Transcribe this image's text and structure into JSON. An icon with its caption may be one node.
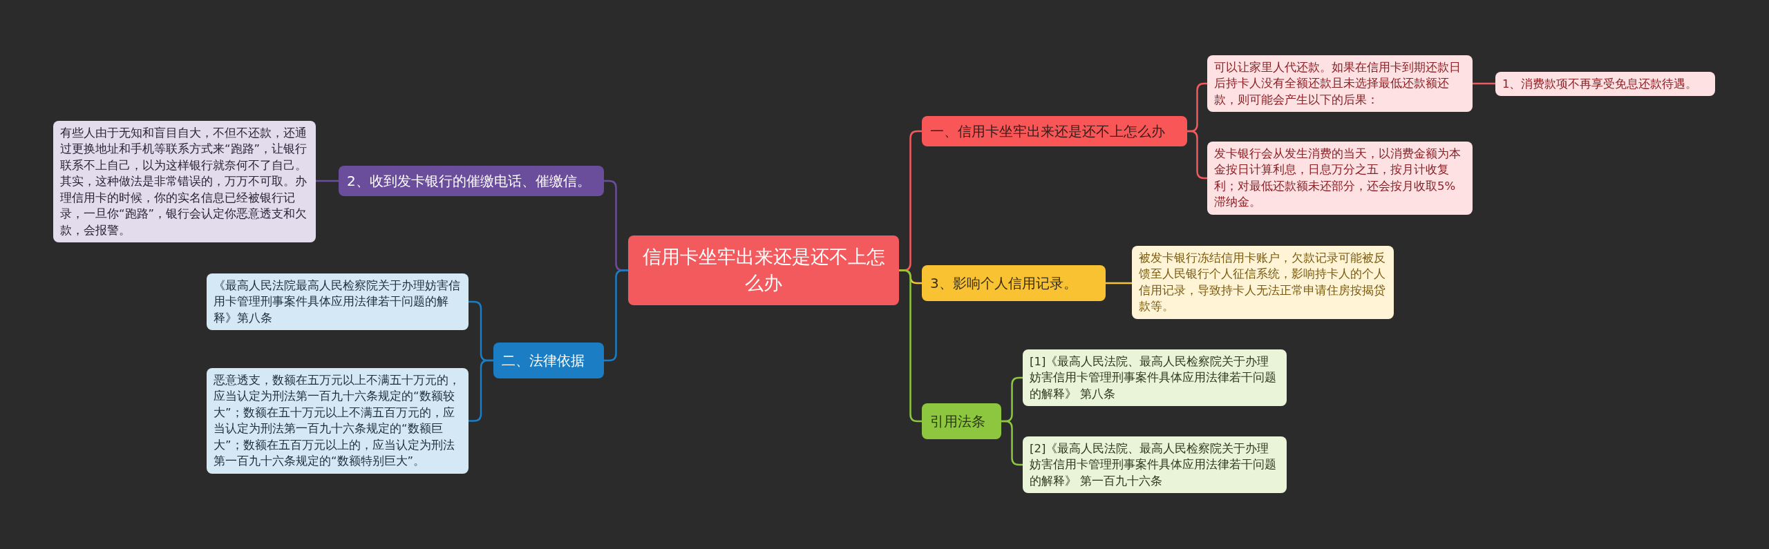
{
  "diagram": {
    "nodes": [
      {
        "text": [
          "信用卡坐牢出来还是还不上怎么办"
        ]
      },
      {
        "text": [
          "一、信用卡坐牢出来还是还不上怎么办"
        ]
      },
      {
        "text": [
          "可以让家里人代还款。如果在信用卡到期还款日后持卡人没有全额还款且未选择最低还款额还款，则可能会产生以下的后果："
        ]
      },
      {
        "text": [
          "1、消费款项不再享受免息还款待遇。"
        ]
      },
      {
        "text": [
          "发卡银行会从发生消费的当天，以消费金额为本金按日计算利息，日息万分之五，按月计收复利；对最低还款额未还部分，还会按月收取5%滞纳金。"
        ]
      },
      {
        "text": [
          "3、影响个人信用记录。"
        ]
      },
      {
        "text": [
          "被发卡银行冻结信用卡账户，欠款记录可能被反馈至人民银行个人征信系统，影响持卡人的个人信用记录，导致持卡人无法正常申请住房按揭贷款等。"
        ]
      },
      {
        "text": [
          "引用法条"
        ]
      },
      {
        "text": [
          "[1]《最高人民法院、最高人民检察院关于办理妨害信用卡管理刑事案件具体应用法律若干问题的解释》 第八条"
        ]
      },
      {
        "text": [
          "[2]《最高人民法院、最高人民检察院关于办理妨害信用卡管理刑事案件具体应用法律若干问题的解释》 第一百九十六条"
        ]
      },
      {
        "text": [
          "2、收到发卡银行的催缴电话、催缴信。"
        ]
      },
      {
        "text": [
          "有些人由于无知和盲目自大，不但不还款，还通过更换地址和手机等联系方式来“跑路”，让银行联系不上自己，以为这样银行就奈何不了自己。其实，这种做法是非常错误的，万万不可取。办理信用卡的时候，你的实名信息已经被银行记录，一旦你“跑路”，银行会认定你恶意透支和欠款，会报警。"
        ]
      },
      {
        "text": [
          "二、法律依据"
        ]
      },
      {
        "text": [
          "《最高人民法院最高人民检察院关于办理妨害信用卡管理刑事案件具体应用法律若干问题的解释》第八条"
        ]
      },
      {
        "text": [
          "恶意透支，数额在五万元以上不满五十万元的，应当认定为刑法第一百九十六条规定的“数额较大”；数额在五十万元以上不满五百万元的，应当认定为刑法第一百九十六条规定的“数额巨大”；数额在五百万元以上的，应当认定为刑法第一百九十六条规定的“数额特别巨大”。"
        ]
      }
    ],
    "edges": [
      {
        "from": 0,
        "to": 1,
        "arrow": "none",
        "color": "#f25a5e"
      },
      {
        "from": 1,
        "to": 2,
        "arrow": "none",
        "color": "#f25a5e"
      },
      {
        "from": 2,
        "to": 3,
        "arrow": "none",
        "color": "#f25a5e"
      },
      {
        "from": 1,
        "to": 4,
        "arrow": "none",
        "color": "#f25a5e"
      },
      {
        "from": 0,
        "to": 5,
        "arrow": "none",
        "color": "#f9c232"
      },
      {
        "from": 5,
        "to": 6,
        "arrow": "none",
        "color": "#f9c232"
      },
      {
        "from": 0,
        "to": 7,
        "arrow": "none",
        "color": "#8dc63f"
      },
      {
        "from": 7,
        "to": 8,
        "arrow": "none",
        "color": "#8dc63f"
      },
      {
        "from": 7,
        "to": 9,
        "arrow": "none",
        "color": "#8dc63f"
      },
      {
        "from": 0,
        "to": 10,
        "arrow": "none",
        "color": "#6b4e9b"
      },
      {
        "from": 10,
        "to": 11,
        "arrow": "none",
        "color": "#6b4e9b"
      },
      {
        "from": 0,
        "to": 12,
        "arrow": "none",
        "color": "#1b7dc4"
      },
      {
        "from": 12,
        "to": 13,
        "arrow": "none",
        "color": "#1b7dc4"
      },
      {
        "from": 12,
        "to": 14,
        "arrow": "none",
        "color": "#1b7dc4"
      }
    ]
  }
}
